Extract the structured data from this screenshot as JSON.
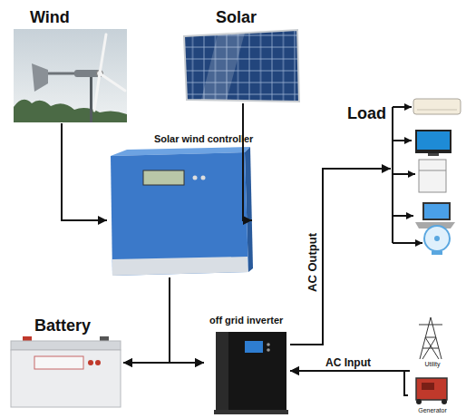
{
  "diagram": {
    "nodes": [
      {
        "text": [
          "Wind"
        ]
      },
      {
        "text": [
          "Solar"
        ]
      },
      {
        "text": [
          "Solar wind controller"
        ]
      },
      {
        "text": [
          "Battery"
        ]
      },
      {
        "text": [
          "off grid inverter"
        ]
      },
      {
        "text": [
          "Load"
        ]
      },
      {
        "text": [
          "Utility"
        ]
      },
      {
        "text": [
          "Generator"
        ]
      }
    ],
    "edges": [
      {
        "from": 0,
        "to": 2,
        "arrow": "to"
      },
      {
        "from": 1,
        "to": 2,
        "arrow": "to"
      },
      {
        "from": 2,
        "to": 3,
        "arrow": "to"
      },
      {
        "from": 2,
        "to": 4,
        "arrow": "to"
      },
      {
        "from": 3,
        "to": 4,
        "arrow": "both"
      },
      {
        "from": 4,
        "to": 5,
        "label": "AC Output",
        "arrow": "to"
      },
      {
        "from": 6,
        "to": 4,
        "label": "AC Input",
        "arrow": "to"
      },
      {
        "from": 7,
        "to": 4,
        "arrow": "to"
      }
    ]
  }
}
